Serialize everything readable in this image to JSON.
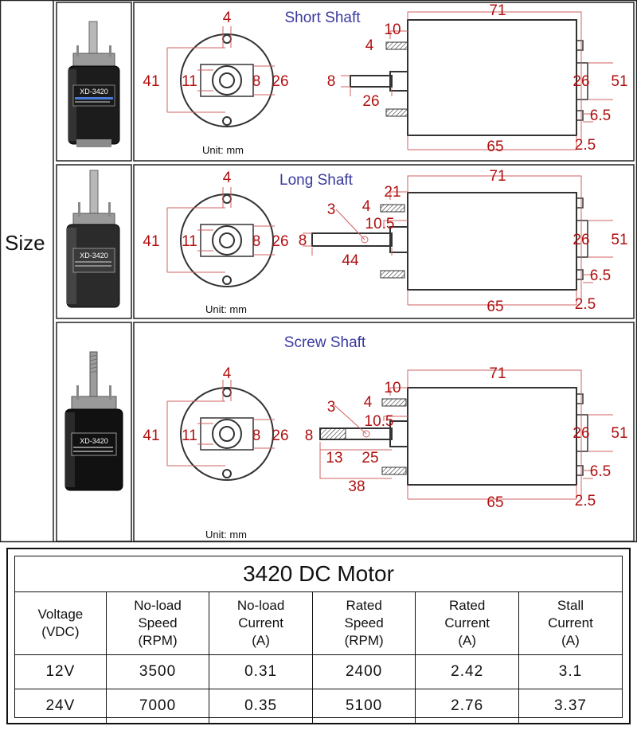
{
  "size_label": "Size",
  "unit_text": "Unit: mm",
  "motor_label": "XD-3420",
  "variants": [
    {
      "title": "Short Shaft",
      "front": {
        "hole_top": "4",
        "height": "41",
        "boss": "11",
        "shaft_d": "8",
        "pilot": "26"
      },
      "side": {
        "length": "71",
        "flange_len": "10",
        "tab": "4",
        "shaft_d": "8",
        "shaft_len": "26",
        "term_h": "26",
        "body_d": "51",
        "term_gap": "6.5",
        "body_len": "65",
        "end": "2.5"
      }
    },
    {
      "title": "Long Shaft",
      "front": {
        "hole_top": "4",
        "height": "41",
        "boss": "11",
        "shaft_d": "8",
        "pilot": "26"
      },
      "side": {
        "length": "71",
        "flange_len": "21",
        "tab": "4",
        "flat": "3",
        "boss_len": "10.5",
        "shaft_d": "8",
        "shaft_len": "44",
        "term_h": "26",
        "body_d": "51",
        "term_gap": "6.5",
        "body_len": "65",
        "end": "2.5"
      }
    },
    {
      "title": "Screw Shaft",
      "front": {
        "hole_top": "4",
        "height": "41",
        "boss": "11",
        "shaft_d": "8",
        "pilot": "26"
      },
      "side": {
        "length": "71",
        "flange_len": "10",
        "tab": "4",
        "flat": "3",
        "boss_len": "10.5",
        "shaft_d": "8",
        "thread_len": "13",
        "plain_len": "25",
        "shaft_len": "38",
        "term_h": "26",
        "body_d": "51",
        "term_gap": "6.5",
        "body_len": "65",
        "end": "2.5"
      }
    }
  ],
  "spec": {
    "title": "3420 DC Motor",
    "headers": [
      [
        "Voltage",
        "(VDC)"
      ],
      [
        "No-load",
        "Speed",
        "(RPM)"
      ],
      [
        "No-load",
        "Current",
        "(A)"
      ],
      [
        "Rated",
        "Speed",
        "(RPM)"
      ],
      [
        "Rated",
        "Current",
        "(A)"
      ],
      [
        "Stall",
        "Current",
        "(A)"
      ]
    ],
    "rows": [
      [
        "12V",
        "3500",
        "0.31",
        "2400",
        "2.42",
        "3.1"
      ],
      [
        "24V",
        "7000",
        "0.35",
        "5100",
        "2.76",
        "3.37"
      ]
    ]
  }
}
